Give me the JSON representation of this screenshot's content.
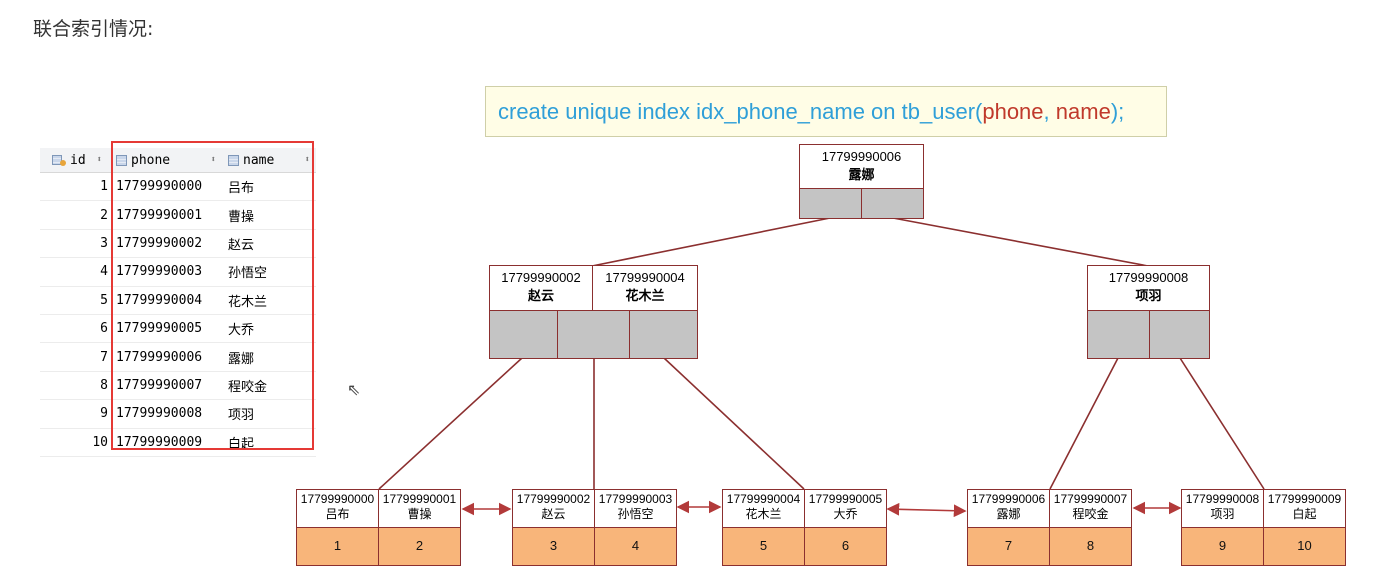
{
  "title": "联合索引情况:",
  "table": {
    "headers": [
      "id",
      "phone",
      "name"
    ],
    "rows": [
      {
        "id": "1",
        "phone": "17799990000",
        "name": "吕布"
      },
      {
        "id": "2",
        "phone": "17799990001",
        "name": "曹操"
      },
      {
        "id": "3",
        "phone": "17799990002",
        "name": "赵云"
      },
      {
        "id": "4",
        "phone": "17799990003",
        "name": "孙悟空"
      },
      {
        "id": "5",
        "phone": "17799990004",
        "name": "花木兰"
      },
      {
        "id": "6",
        "phone": "17799990005",
        "name": "大乔"
      },
      {
        "id": "7",
        "phone": "17799990006",
        "name": "露娜"
      },
      {
        "id": "8",
        "phone": "17799990007",
        "name": "程咬金"
      },
      {
        "id": "9",
        "phone": "17799990008",
        "name": "项羽"
      },
      {
        "id": "10",
        "phone": "17799990009",
        "name": "白起"
      }
    ]
  },
  "sql": {
    "prefix": "create unique index idx_phone_name on tb_user(",
    "col1": "phone",
    "sep": ", ",
    "col2": "name",
    "suffix": ");"
  },
  "tree": {
    "root": {
      "phone": "17799990006",
      "name": "露娜"
    },
    "left": [
      {
        "phone": "17799990002",
        "name": "赵云"
      },
      {
        "phone": "17799990004",
        "name": "花木兰"
      }
    ],
    "right": [
      {
        "phone": "17799990008",
        "name": "项羽"
      }
    ],
    "leaves": [
      {
        "phone": "17799990000",
        "name": "吕布",
        "id": "1"
      },
      {
        "phone": "17799990001",
        "name": "曹操",
        "id": "2"
      },
      {
        "phone": "17799990002",
        "name": "赵云",
        "id": "3"
      },
      {
        "phone": "17799990003",
        "name": "孙悟空",
        "id": "4"
      },
      {
        "phone": "17799990004",
        "name": "花木兰",
        "id": "5"
      },
      {
        "phone": "17799990005",
        "name": "大乔",
        "id": "6"
      },
      {
        "phone": "17799990006",
        "name": "露娜",
        "id": "7"
      },
      {
        "phone": "17799990007",
        "name": "程咬金",
        "id": "8"
      },
      {
        "phone": "17799990008",
        "name": "项羽",
        "id": "9"
      },
      {
        "phone": "17799990009",
        "name": "白起",
        "id": "10"
      }
    ]
  },
  "colors": {
    "node_border": "#8b2f2f",
    "pointer_cell": "#c4c4c4",
    "leaf_value": "#f8b57a",
    "highlight": "#e53935"
  }
}
